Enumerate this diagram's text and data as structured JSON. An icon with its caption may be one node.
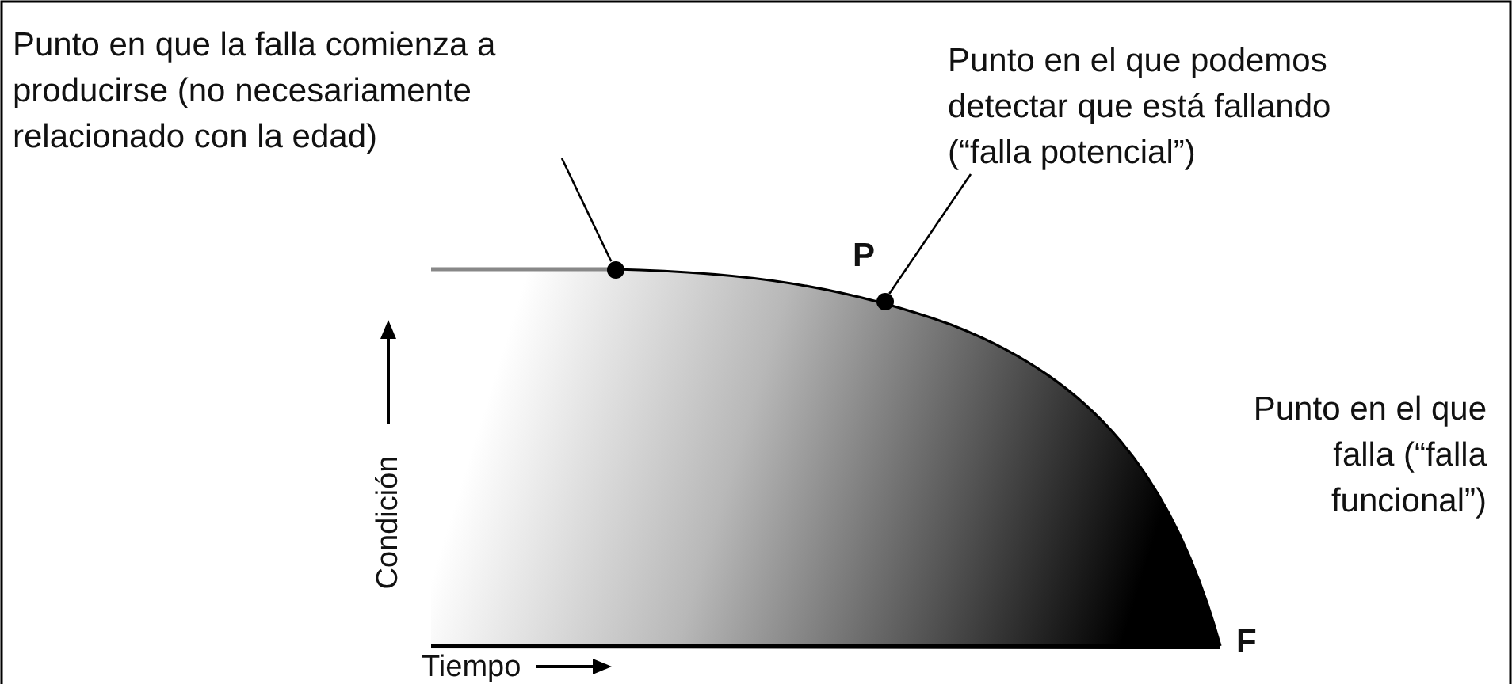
{
  "diagram": {
    "nodes": [
      {
        "text": [
          "Punto en que la falla comienza a producirse (no necesariamente relacionado con la edad)"
        ]
      },
      {
        "text": [],
        "shape": "circle"
      },
      {
        "text": [
          "Punto en el que podemos detectar que está fallando (“falla potencial”)"
        ]
      },
      {
        "text": [],
        "shape": "circle",
        "beside": [
          "P"
        ]
      },
      {
        "text": [
          "Punto en el que falla (“falla funcional”)"
        ]
      }
    ],
    "edges": [
      {
        "from": 0,
        "to": 1,
        "arrow": "none"
      },
      {
        "from": 2,
        "to": 3,
        "arrow": "none"
      }
    ],
    "labels": [
      "F",
      "Condición",
      "Tiempo"
    ]
  }
}
